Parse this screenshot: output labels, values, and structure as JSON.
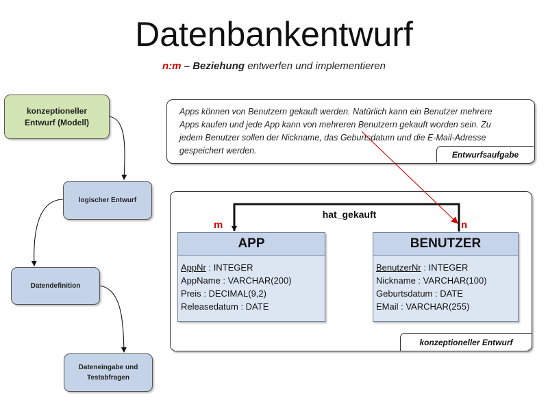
{
  "title": "Datenbankentwurf",
  "subtitle": {
    "nm": "n:m",
    "dash": " – ",
    "beziehung": "Beziehung",
    "rest": " entwerfen und implementieren"
  },
  "flow": [
    {
      "line1": "konzeptioneller",
      "line2": "Entwurf (Modell)"
    },
    {
      "line1": "logischer Entwurf",
      "line2": ""
    },
    {
      "line1": "Datendefinition",
      "line2": ""
    },
    {
      "line1": "Dateneingabe und",
      "line2": "Testabfragen"
    }
  ],
  "task": {
    "lines": [
      "Apps können von Benutzern gekauft werden. Natürlich kann ein Benutzer mehrere",
      "Apps kaufen und jede App kann von mehreren Benutzern gekauft worden sein. Zu",
      "jedem Benutzer sollen der Nickname, das Geburtsdatum und die E-Mail-Adresse",
      "gespeichert werden."
    ],
    "tag": "Entwurfsaufgabe"
  },
  "er": {
    "tag": "konzeptioneller Entwurf",
    "relationship": "hat_gekauft",
    "card_left": "m",
    "card_right": "n",
    "entities": [
      {
        "name": "APP",
        "attrs": [
          {
            "key": "AppNr",
            "rest": " : INTEGER"
          },
          {
            "key": "",
            "rest": "AppName : VARCHAR(200)"
          },
          {
            "key": "",
            "rest": "Preis : DECIMAL(9,2)"
          },
          {
            "key": "",
            "rest": "Releasedatum : DATE"
          }
        ]
      },
      {
        "name": "BENUTZER",
        "attrs": [
          {
            "key": "BenutzerNr",
            "rest": " : INTEGER"
          },
          {
            "key": "",
            "rest": "Nickname : VARCHAR(100)"
          },
          {
            "key": "",
            "rest": "Geburtsdatum : DATE"
          },
          {
            "key": "",
            "rest": "EMail : VARCHAR(255)"
          }
        ]
      }
    ]
  },
  "colors": {
    "accent_red": "#d40000",
    "flow_green": "#d4e5b5",
    "flow_blue": "#c5d3e8",
    "entity_fill": "#dce6f2"
  }
}
